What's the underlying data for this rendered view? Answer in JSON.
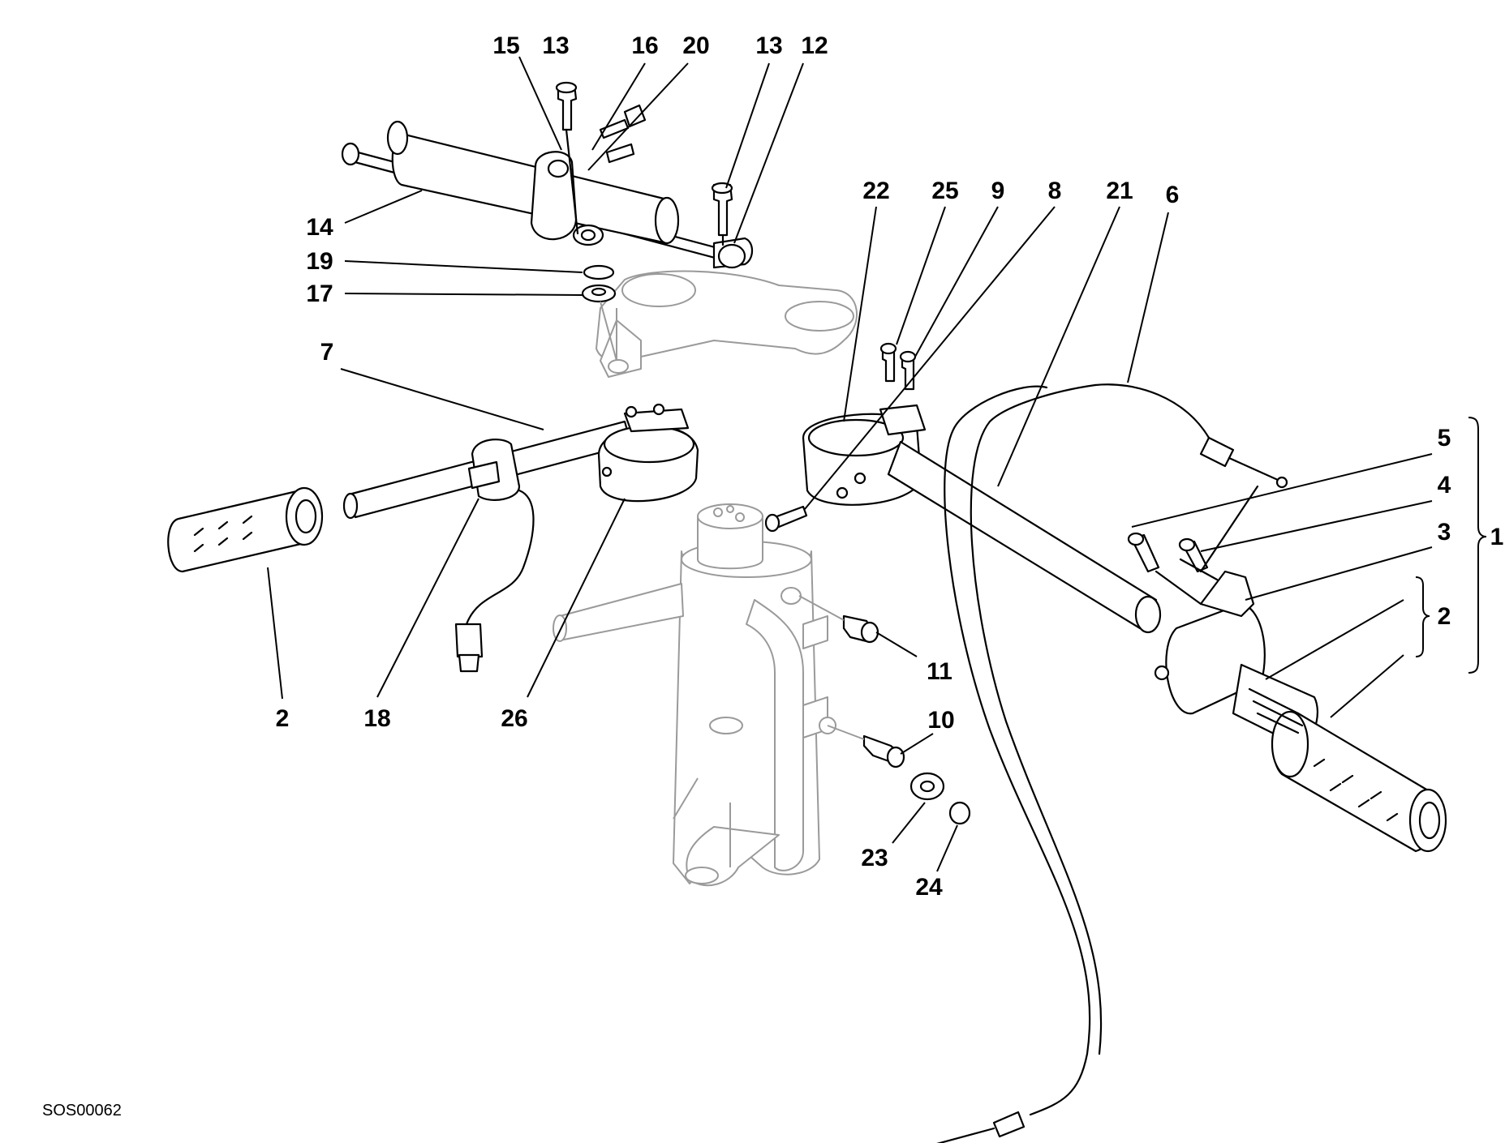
{
  "drawing_code": "SOS00062",
  "callouts": [
    {
      "id": "c15a",
      "text": "15"
    },
    {
      "id": "c13a",
      "text": "13"
    },
    {
      "id": "c16",
      "text": "16"
    },
    {
      "id": "c20",
      "text": "20"
    },
    {
      "id": "c13b",
      "text": "13"
    },
    {
      "id": "c12",
      "text": "12"
    },
    {
      "id": "c14",
      "text": "14"
    },
    {
      "id": "c19",
      "text": "19"
    },
    {
      "id": "c17",
      "text": "17"
    },
    {
      "id": "c22",
      "text": "22"
    },
    {
      "id": "c25",
      "text": "25"
    },
    {
      "id": "c9",
      "text": "9"
    },
    {
      "id": "c8",
      "text": "8"
    },
    {
      "id": "c21",
      "text": "21"
    },
    {
      "id": "c6",
      "text": "6"
    },
    {
      "id": "c7",
      "text": "7"
    },
    {
      "id": "c5",
      "text": "5"
    },
    {
      "id": "c4",
      "text": "4"
    },
    {
      "id": "c3",
      "text": "3"
    },
    {
      "id": "c1",
      "text": "1"
    },
    {
      "id": "c2r",
      "text": "2"
    },
    {
      "id": "c11",
      "text": "11"
    },
    {
      "id": "c10",
      "text": "10"
    },
    {
      "id": "c2l",
      "text": "2"
    },
    {
      "id": "c18",
      "text": "18"
    },
    {
      "id": "c26",
      "text": "26"
    },
    {
      "id": "c23",
      "text": "23"
    },
    {
      "id": "c24",
      "text": "24"
    }
  ]
}
